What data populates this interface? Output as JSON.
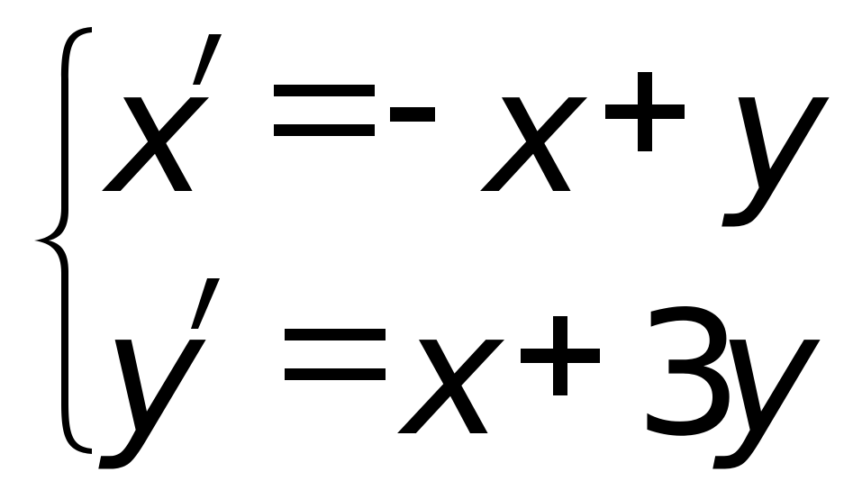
{
  "equation_system": {
    "rows": [
      {
        "lhs_var": "x",
        "rhs": [
          {
            "kind": "sign",
            "text": "-"
          },
          {
            "kind": "var",
            "text": "x"
          },
          {
            "kind": "op",
            "text": "+"
          },
          {
            "kind": "var",
            "text": "y"
          }
        ]
      },
      {
        "lhs_var": "y",
        "rhs": [
          {
            "kind": "var",
            "text": "x"
          },
          {
            "kind": "op",
            "text": "+"
          },
          {
            "kind": "num",
            "text": "3"
          },
          {
            "kind": "var",
            "text": "y"
          }
        ]
      }
    ],
    "ink_color": "#000000",
    "background_color": "#ffffff"
  }
}
